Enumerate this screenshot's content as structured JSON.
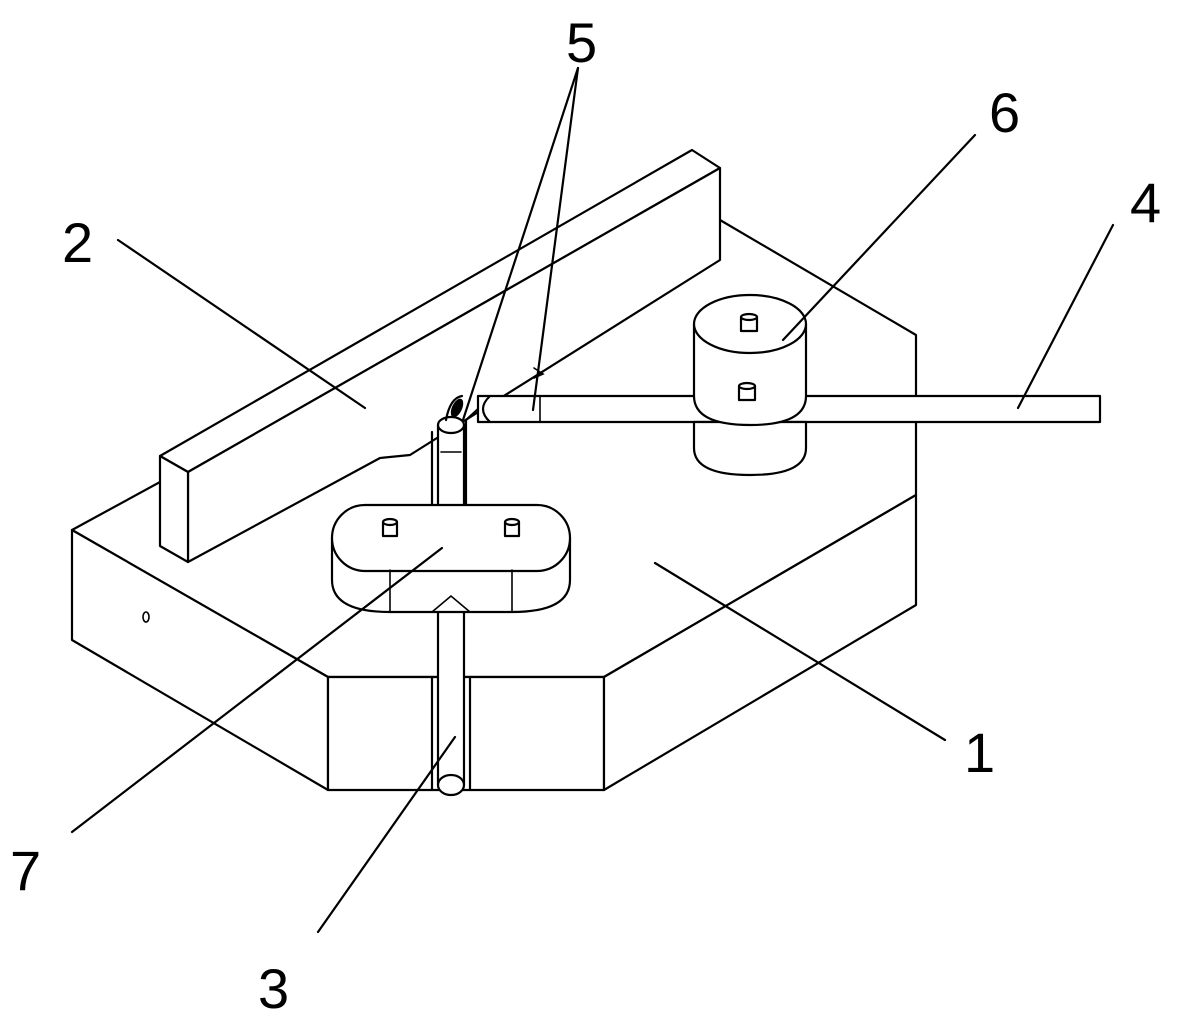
{
  "labels": {
    "l1": "1",
    "l2": "2",
    "l3": "3",
    "l4": "4",
    "l5": "5",
    "l6": "6",
    "l7": "7"
  },
  "colors": {
    "stroke": "#000000",
    "fill": "#ffffff"
  }
}
